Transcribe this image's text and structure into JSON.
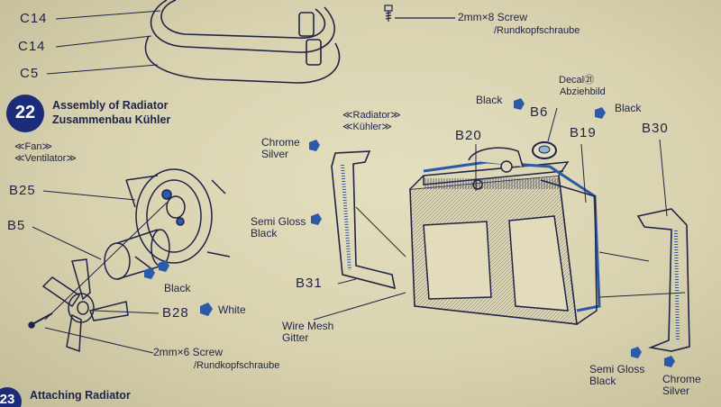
{
  "colors": {
    "paper": "#dcd6b4",
    "ink": "#1f2346",
    "accent_blue": "#2b5aa8",
    "badge": "#1c2b7a"
  },
  "top_left_parts": [
    "C14",
    "C14",
    "C5"
  ],
  "top_screw": {
    "size": "2mm×8 Screw",
    "de": "/Rundkopfschraube"
  },
  "step22": {
    "number": "22",
    "title_en": "Assembly of Radiator",
    "title_de": "Zusammenbau Kühler"
  },
  "fan": {
    "group_en": "≪Fan≫",
    "group_de": "≪Ventilator≫",
    "labels": {
      "b25": "B25",
      "b5": "B5",
      "b28": "B28"
    },
    "paints": {
      "black": "Black",
      "white": "White"
    },
    "screw": {
      "size": "2mm×6 Screw",
      "de": "/Rundkopfschraube"
    }
  },
  "radiator": {
    "group_en": "≪Radiator≫",
    "group_de": "≪Kühler≫",
    "chrome_silver": "Chrome\nSilver",
    "semi_gloss": "Semi Gloss\nBlack",
    "b31": "B31",
    "wire_mesh": "Wire Mesh\nGitter",
    "b20": "B20",
    "b6": "B6",
    "b19": "B19",
    "b30": "B30",
    "black_left": "Black",
    "black_right": "Black",
    "decal": {
      "name": "Decal",
      "number": "㉑",
      "de": "Abziehbild"
    },
    "semi_gloss_bottom": "Semi Gloss\nBlack",
    "chrome_silver_bottom": "Chrome\nSilver"
  },
  "next_step": {
    "number": "23",
    "title_en": "Attaching Radiator"
  }
}
